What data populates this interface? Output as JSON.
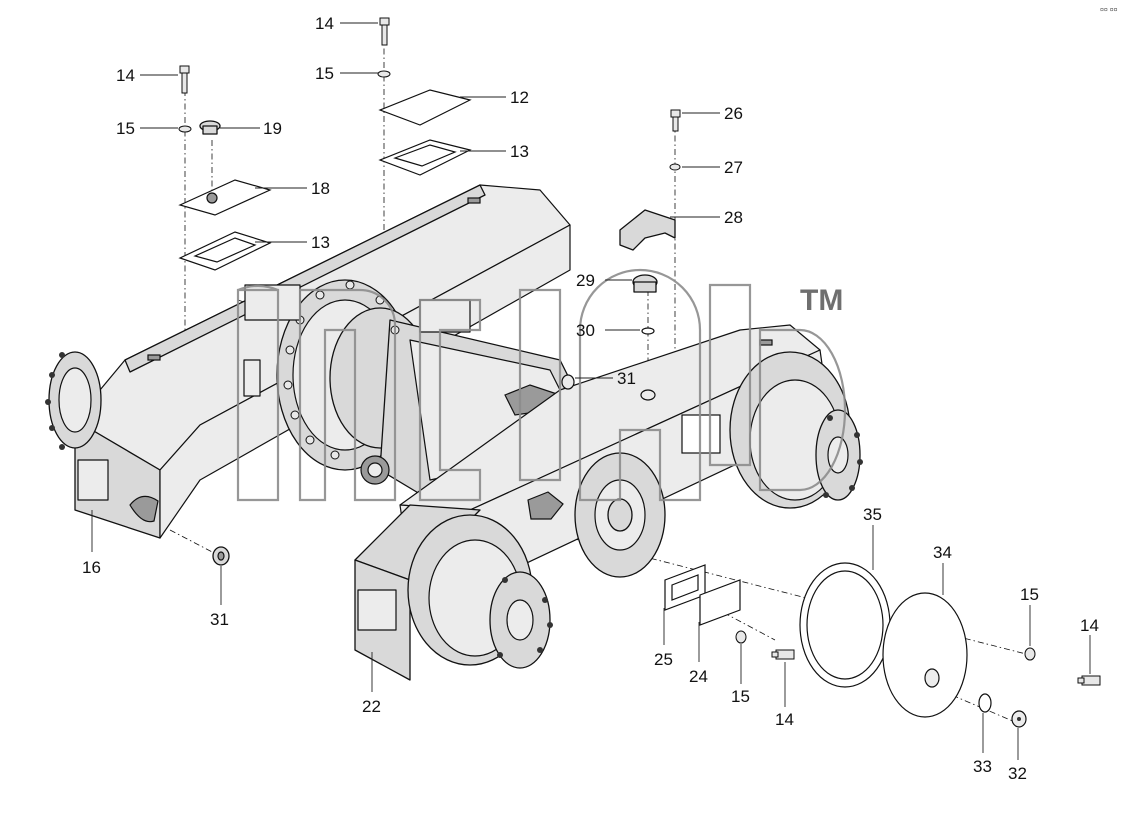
{
  "watermark": {
    "trademark": "TM"
  },
  "corner_mark": "¤¤ ¤¤",
  "callouts": {
    "c14_top": "14",
    "c15_top": "15",
    "c12": "12",
    "c13_top": "13",
    "c14_left": "14",
    "c15_left": "15",
    "c19": "19",
    "c18": "18",
    "c13_left": "13",
    "c26": "26",
    "c27": "27",
    "c28": "28",
    "c29": "29",
    "c30": "30",
    "c31_mid": "31",
    "c16": "16",
    "c31_low": "31",
    "c35": "35",
    "c34": "34",
    "c15_right": "15",
    "c14_right": "14",
    "c25": "25",
    "c24": "24",
    "c15_bottom": "15",
    "c14_bottom": "14",
    "c22": "22",
    "c33": "33",
    "c32": "32"
  }
}
